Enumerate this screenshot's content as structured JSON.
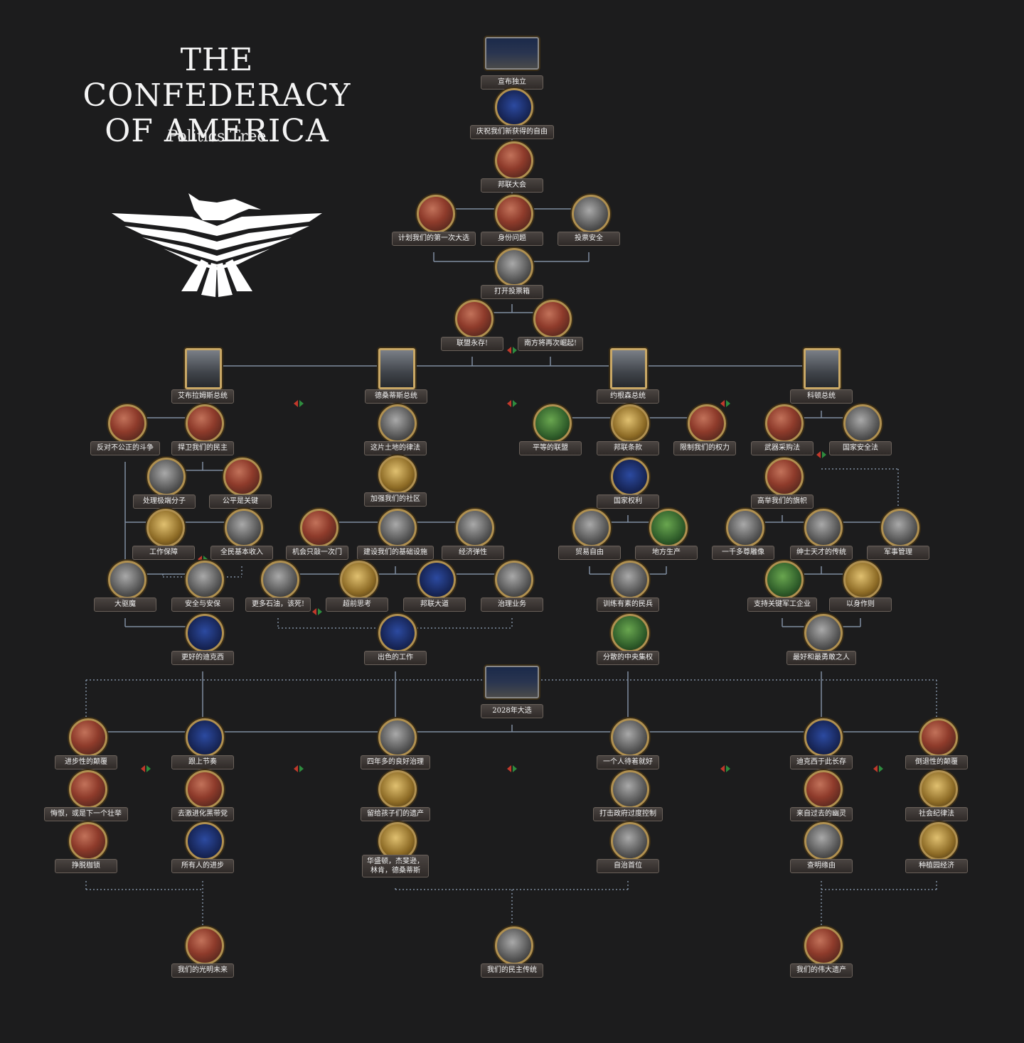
{
  "header": {
    "title_line1": "THE CONFEDERACY",
    "title_line2": "OF AMERICA",
    "subtitle": "Politics Tree"
  },
  "colors": {
    "background": "#1c1c1d",
    "connector": "#8a9aaa",
    "label_bg": "#3a3431",
    "exclusive_red": "#c0392b",
    "exclusive_green": "#2e8b3e"
  },
  "focuses": [
    {
      "id": "declare",
      "label": "宣布独立",
      "icon": "capitol-fireworks-icon",
      "style": "photo"
    },
    {
      "id": "celebrate",
      "label": "庆祝我们新获得的自由",
      "icon": "star-flag-icon",
      "style": "blue"
    },
    {
      "id": "convention",
      "label": "邦联大会",
      "icon": "gavel-icon",
      "style": ""
    },
    {
      "id": "plan_election",
      "label": "计划我们的第一次大选",
      "icon": "handshake-icon",
      "style": ""
    },
    {
      "id": "identity",
      "label": "身份问题",
      "icon": "flag-icon",
      "style": ""
    },
    {
      "id": "vote_security",
      "label": "投票安全",
      "icon": "soldiers-icon",
      "style": "grey"
    },
    {
      "id": "open_ballot",
      "label": "打开投票箱",
      "icon": "ballot-box-icon",
      "style": "grey"
    },
    {
      "id": "union_forever",
      "label": "联盟永存!",
      "icon": "us-flag-icon",
      "style": ""
    },
    {
      "id": "south_rise",
      "label": "南方将再次崛起!",
      "icon": "confederate-flag-icon",
      "style": ""
    },
    {
      "id": "pres_abrams",
      "label": "艾布拉姆斯总统",
      "icon": "portrait-icon",
      "style": "portrait"
    },
    {
      "id": "pres_desantis",
      "label": "德桑蒂斯总统",
      "icon": "portrait-icon",
      "style": "portrait"
    },
    {
      "id": "pres_noem",
      "label": "约根森总统",
      "icon": "portrait-icon",
      "style": "portrait"
    },
    {
      "id": "pres_cotton",
      "label": "科顿总统",
      "icon": "portrait-icon",
      "style": "portrait"
    },
    {
      "id": "fight_injustice",
      "label": "反对不公正的斗争",
      "icon": "crowd-icon",
      "style": ""
    },
    {
      "id": "defend_democracy",
      "label": "捍卫我们的民主",
      "icon": "fist-icon",
      "style": ""
    },
    {
      "id": "handle_extremists",
      "label": "处理极端分子",
      "icon": "crosshair-icon",
      "style": "grey"
    },
    {
      "id": "fairness",
      "label": "公平是关键",
      "icon": "justice-icon",
      "style": ""
    },
    {
      "id": "job_guarantee",
      "label": "工作保障",
      "icon": "worker-icon",
      "style": "gold"
    },
    {
      "id": "ubi",
      "label": "全民基本收入",
      "icon": "money-icon",
      "style": "grey"
    },
    {
      "id": "exorcism",
      "label": "大驱魔",
      "icon": "angel-icon",
      "style": "grey"
    },
    {
      "id": "safe_secure",
      "label": "安全与安保",
      "icon": "police-icon",
      "style": "grey"
    },
    {
      "id": "better_dixie",
      "label": "更好的迪克西",
      "icon": "crowd-flag-icon",
      "style": "blue"
    },
    {
      "id": "law_land",
      "label": "这片土地的律法",
      "icon": "officer-icon",
      "style": "grey"
    },
    {
      "id": "strengthen_comm",
      "label": "加强我们的社区",
      "icon": "church-icon",
      "style": "gold"
    },
    {
      "id": "opportunity",
      "label": "机会只敲一次门",
      "icon": "door-icon",
      "style": ""
    },
    {
      "id": "infrastructure",
      "label": "建设我们的基础设施",
      "icon": "bridge-icon",
      "style": "grey"
    },
    {
      "id": "econ_flex",
      "label": "经济弹性",
      "icon": "dollar-shield-icon",
      "style": "grey"
    },
    {
      "id": "more_oil",
      "label": "更多石油，该死!",
      "icon": "oil-icon",
      "style": "grey"
    },
    {
      "id": "forward_thinking",
      "label": "超前思考",
      "icon": "bulb-icon",
      "style": "gold"
    },
    {
      "id": "fed_avenue",
      "label": "邦联大道",
      "icon": "castle-icon",
      "style": "blue"
    },
    {
      "id": "governance_biz",
      "label": "治理业务",
      "icon": "bank-icon",
      "style": "grey"
    },
    {
      "id": "great_job",
      "label": "出色的工作",
      "icon": "eagle-portrait-icon",
      "style": "blue"
    },
    {
      "id": "equal_union",
      "label": "平等的联盟",
      "icon": "star-icon",
      "style": "green"
    },
    {
      "id": "confed_clause",
      "label": "邦联条款",
      "icon": "document-icon",
      "style": "gold"
    },
    {
      "id": "limit_power",
      "label": "限制我们的权力",
      "icon": "prohibited-icon",
      "style": ""
    },
    {
      "id": "states_rights",
      "label": "国家权利",
      "icon": "star-shield-icon",
      "style": "blue"
    },
    {
      "id": "free_trade",
      "label": "贸易自由",
      "icon": "cargo-icon",
      "style": "grey"
    },
    {
      "id": "local_prod",
      "label": "地方生产",
      "icon": "tractor-icon",
      "style": "green"
    },
    {
      "id": "militia",
      "label": "训练有素的民兵",
      "icon": "militia-icon",
      "style": "grey"
    },
    {
      "id": "decentral",
      "label": "分散的中央集权",
      "icon": "globe-icon",
      "style": "green"
    },
    {
      "id": "arms_act",
      "label": "武器采购法",
      "icon": "rifles-icon",
      "style": ""
    },
    {
      "id": "natsec_act",
      "label": "国家安全法",
      "icon": "scroll-icon",
      "style": "grey"
    },
    {
      "id": "raise_banner",
      "label": "高举我们的旗帜",
      "icon": "battle-flag-icon",
      "style": ""
    },
    {
      "id": "statues",
      "label": "一千多尊雕像",
      "icon": "statue-icon",
      "style": "grey"
    },
    {
      "id": "gentleman",
      "label": "绅士天才的传统",
      "icon": "general-icon",
      "style": "grey"
    },
    {
      "id": "mil_admin",
      "label": "军事管理",
      "icon": "soldier-icon",
      "style": "grey"
    },
    {
      "id": "support_mil_ind",
      "label": "支持关键军工企业",
      "icon": "tank-icon",
      "style": "green"
    },
    {
      "id": "lead_example",
      "label": "以身作则",
      "icon": "book-icon",
      "style": "gold"
    },
    {
      "id": "best_bravest",
      "label": "最好和最勇敢之人",
      "icon": "horsemen-icon",
      "style": "grey"
    },
    {
      "id": "election2028",
      "label": "2028年大选",
      "icon": "rally-icon",
      "style": "photo"
    },
    {
      "id": "prog_subversion",
      "label": "进步性的颠覆",
      "icon": "red-fist-icon",
      "style": ""
    },
    {
      "id": "keep_rhythm",
      "label": "跟上节奏",
      "icon": "marcher-icon",
      "style": "blue"
    },
    {
      "id": "four_more",
      "label": "四年多的良好治理",
      "icon": "capitol-icon",
      "style": "grey"
    },
    {
      "id": "one_enough",
      "label": "一个人待着就好",
      "icon": "fist-grey-icon",
      "style": "grey"
    },
    {
      "id": "dixie_forever",
      "label": "迪克西于此长存",
      "icon": "dixie-flag-icon",
      "style": "blue"
    },
    {
      "id": "regressive",
      "label": "倒退性的颠覆",
      "icon": "rebel-flag-icon",
      "style": ""
    },
    {
      "id": "remorse",
      "label": "悔恨，或是下一个壮举",
      "icon": "hand-icon",
      "style": ""
    },
    {
      "id": "deradical",
      "label": "去激进化黑带党",
      "icon": "pan-african-flag-icon",
      "style": ""
    },
    {
      "id": "legacy_children",
      "label": "留给孩子们的遗产",
      "icon": "children-icon",
      "style": "gold"
    },
    {
      "id": "strike_gov",
      "label": "打击政府过度控制",
      "icon": "hammer-icon",
      "style": "grey"
    },
    {
      "id": "ghosts_past",
      "label": "来自过去的幽灵",
      "icon": "papers-icon",
      "style": ""
    },
    {
      "id": "social_law",
      "label": "社会纪律法",
      "icon": "sign-icon",
      "style": "gold"
    },
    {
      "id": "break_chains",
      "label": "挣脱枷锁",
      "icon": "broken-chain-icon",
      "style": ""
    },
    {
      "id": "progress_all",
      "label": "所有人的进步",
      "icon": "crowd-blue-icon",
      "style": "blue"
    },
    {
      "id": "washington",
      "label": "华盛顿，杰斐逊，\n林肯，德桑蒂斯",
      "icon": "founders-icon",
      "style": "gold"
    },
    {
      "id": "autonomy",
      "label": "自治首位",
      "icon": "gears-icon",
      "style": "grey"
    },
    {
      "id": "reveal_cause",
      "label": "查明缘由",
      "icon": "monument-icon",
      "style": "grey"
    },
    {
      "id": "plantation",
      "label": "种植园经济",
      "icon": "plantation-icon",
      "style": "gold"
    },
    {
      "id": "bright_future",
      "label": "我们的光明未来",
      "icon": "dove-icon",
      "style": ""
    },
    {
      "id": "dem_tradition",
      "label": "我们的民主传统",
      "icon": "temple-icon",
      "style": "grey"
    },
    {
      "id": "great_legacy",
      "label": "我们的伟大遗产",
      "icon": "heritage-icon",
      "style": ""
    }
  ]
}
